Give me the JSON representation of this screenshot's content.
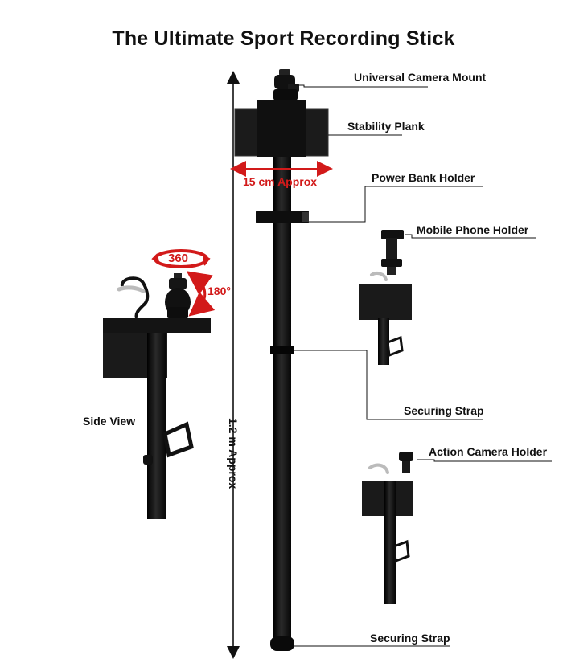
{
  "title": "The Ultimate Sport Recording Stick",
  "labels": {
    "universal_camera_mount": "Universal Camera Mount",
    "stability_plank": "Stability Plank",
    "width_dimension": "15 cm Approx",
    "power_bank_holder": "Power Bank Holder",
    "mobile_phone_holder": "Mobile Phone Holder",
    "securing_strap_mid": "Securing Strap",
    "side_view": "Side View",
    "height_dimension": "1.2 m Approx",
    "action_camera_holder": "Action Camera Holder",
    "securing_strap_bottom": "Securing Strap",
    "rotation_360": "360",
    "tilt_180": "180°"
  },
  "colors": {
    "accent": "#d21a1a",
    "product": "#151515",
    "text": "#111111"
  }
}
